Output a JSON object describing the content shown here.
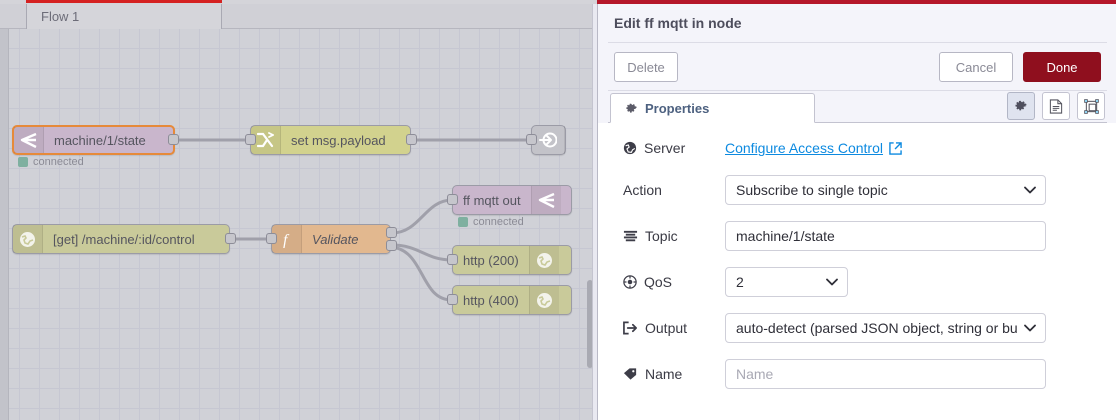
{
  "theme": {
    "accent_red": "#d52121",
    "done_button_red": "#8f0f1e",
    "link_blue": "#0d8ae0",
    "status_green": "#7fb0a0",
    "canvas_bg": "#d0d1d7",
    "panel_bg": "#f4f4fa",
    "selected_node_border": "#e68a3a"
  },
  "editor": {
    "tabs": [
      {
        "label": "Flow 1"
      }
    ],
    "nodes": [
      {
        "id": "mqtt-in",
        "label": "machine/1/state",
        "type": "mqtt-in",
        "icon": "mqtt-broadcast-icon",
        "status": "connected",
        "selected": true
      },
      {
        "id": "change",
        "label": "set msg.payload",
        "type": "change",
        "icon": "shuffle-icon",
        "status": "",
        "selected": false
      },
      {
        "id": "link-out",
        "label": "",
        "type": "link-out",
        "icon": "link-out-icon",
        "status": "",
        "selected": false
      },
      {
        "id": "http-in",
        "label": "[get] /machine/:id/control",
        "type": "http-in",
        "icon": "globe-icon",
        "status": "",
        "selected": false
      },
      {
        "id": "function",
        "label": "Validate",
        "type": "function",
        "icon": "function-icon",
        "status": "",
        "selected": false
      },
      {
        "id": "mqtt-out",
        "label": "ff mqtt out",
        "type": "mqtt-out",
        "icon": "mqtt-broadcast-icon",
        "status": "connected",
        "selected": false
      },
      {
        "id": "http-200",
        "label": "http (200)",
        "type": "http-resp",
        "icon": "globe-icon",
        "status": "",
        "selected": false
      },
      {
        "id": "http-400",
        "label": "http (400)",
        "type": "http-resp",
        "icon": "globe-icon",
        "status": "",
        "selected": false
      }
    ]
  },
  "panel": {
    "title": "Edit ff mqtt in node",
    "buttons": {
      "delete": "Delete",
      "cancel": "Cancel",
      "done": "Done"
    },
    "tab": {
      "label": "Properties",
      "icon": "gear-icon"
    },
    "icon_buttons": [
      {
        "name": "gear-icon",
        "active": true
      },
      {
        "name": "description-icon",
        "active": false
      },
      {
        "name": "appearance-icon",
        "active": false
      }
    ],
    "fields": {
      "server": {
        "label": "Server",
        "icon": "globe-icon",
        "link_text": "Configure Access Control",
        "link_icon": "external-link-icon"
      },
      "action": {
        "label": "Action",
        "icon": "",
        "value": "Subscribe to single topic",
        "control": "select"
      },
      "topic": {
        "label": "Topic",
        "icon": "list-icon",
        "value": "machine/1/state",
        "placeholder": "",
        "control": "input"
      },
      "qos": {
        "label": "QoS",
        "icon": "target-icon",
        "value": "2",
        "control": "select"
      },
      "output": {
        "label": "Output",
        "icon": "sign-out-icon",
        "value": "auto-detect (parsed JSON object, string or buffer)",
        "control": "select"
      },
      "name": {
        "label": "Name",
        "icon": "tag-icon",
        "value": "",
        "placeholder": "Name",
        "control": "input"
      }
    }
  }
}
